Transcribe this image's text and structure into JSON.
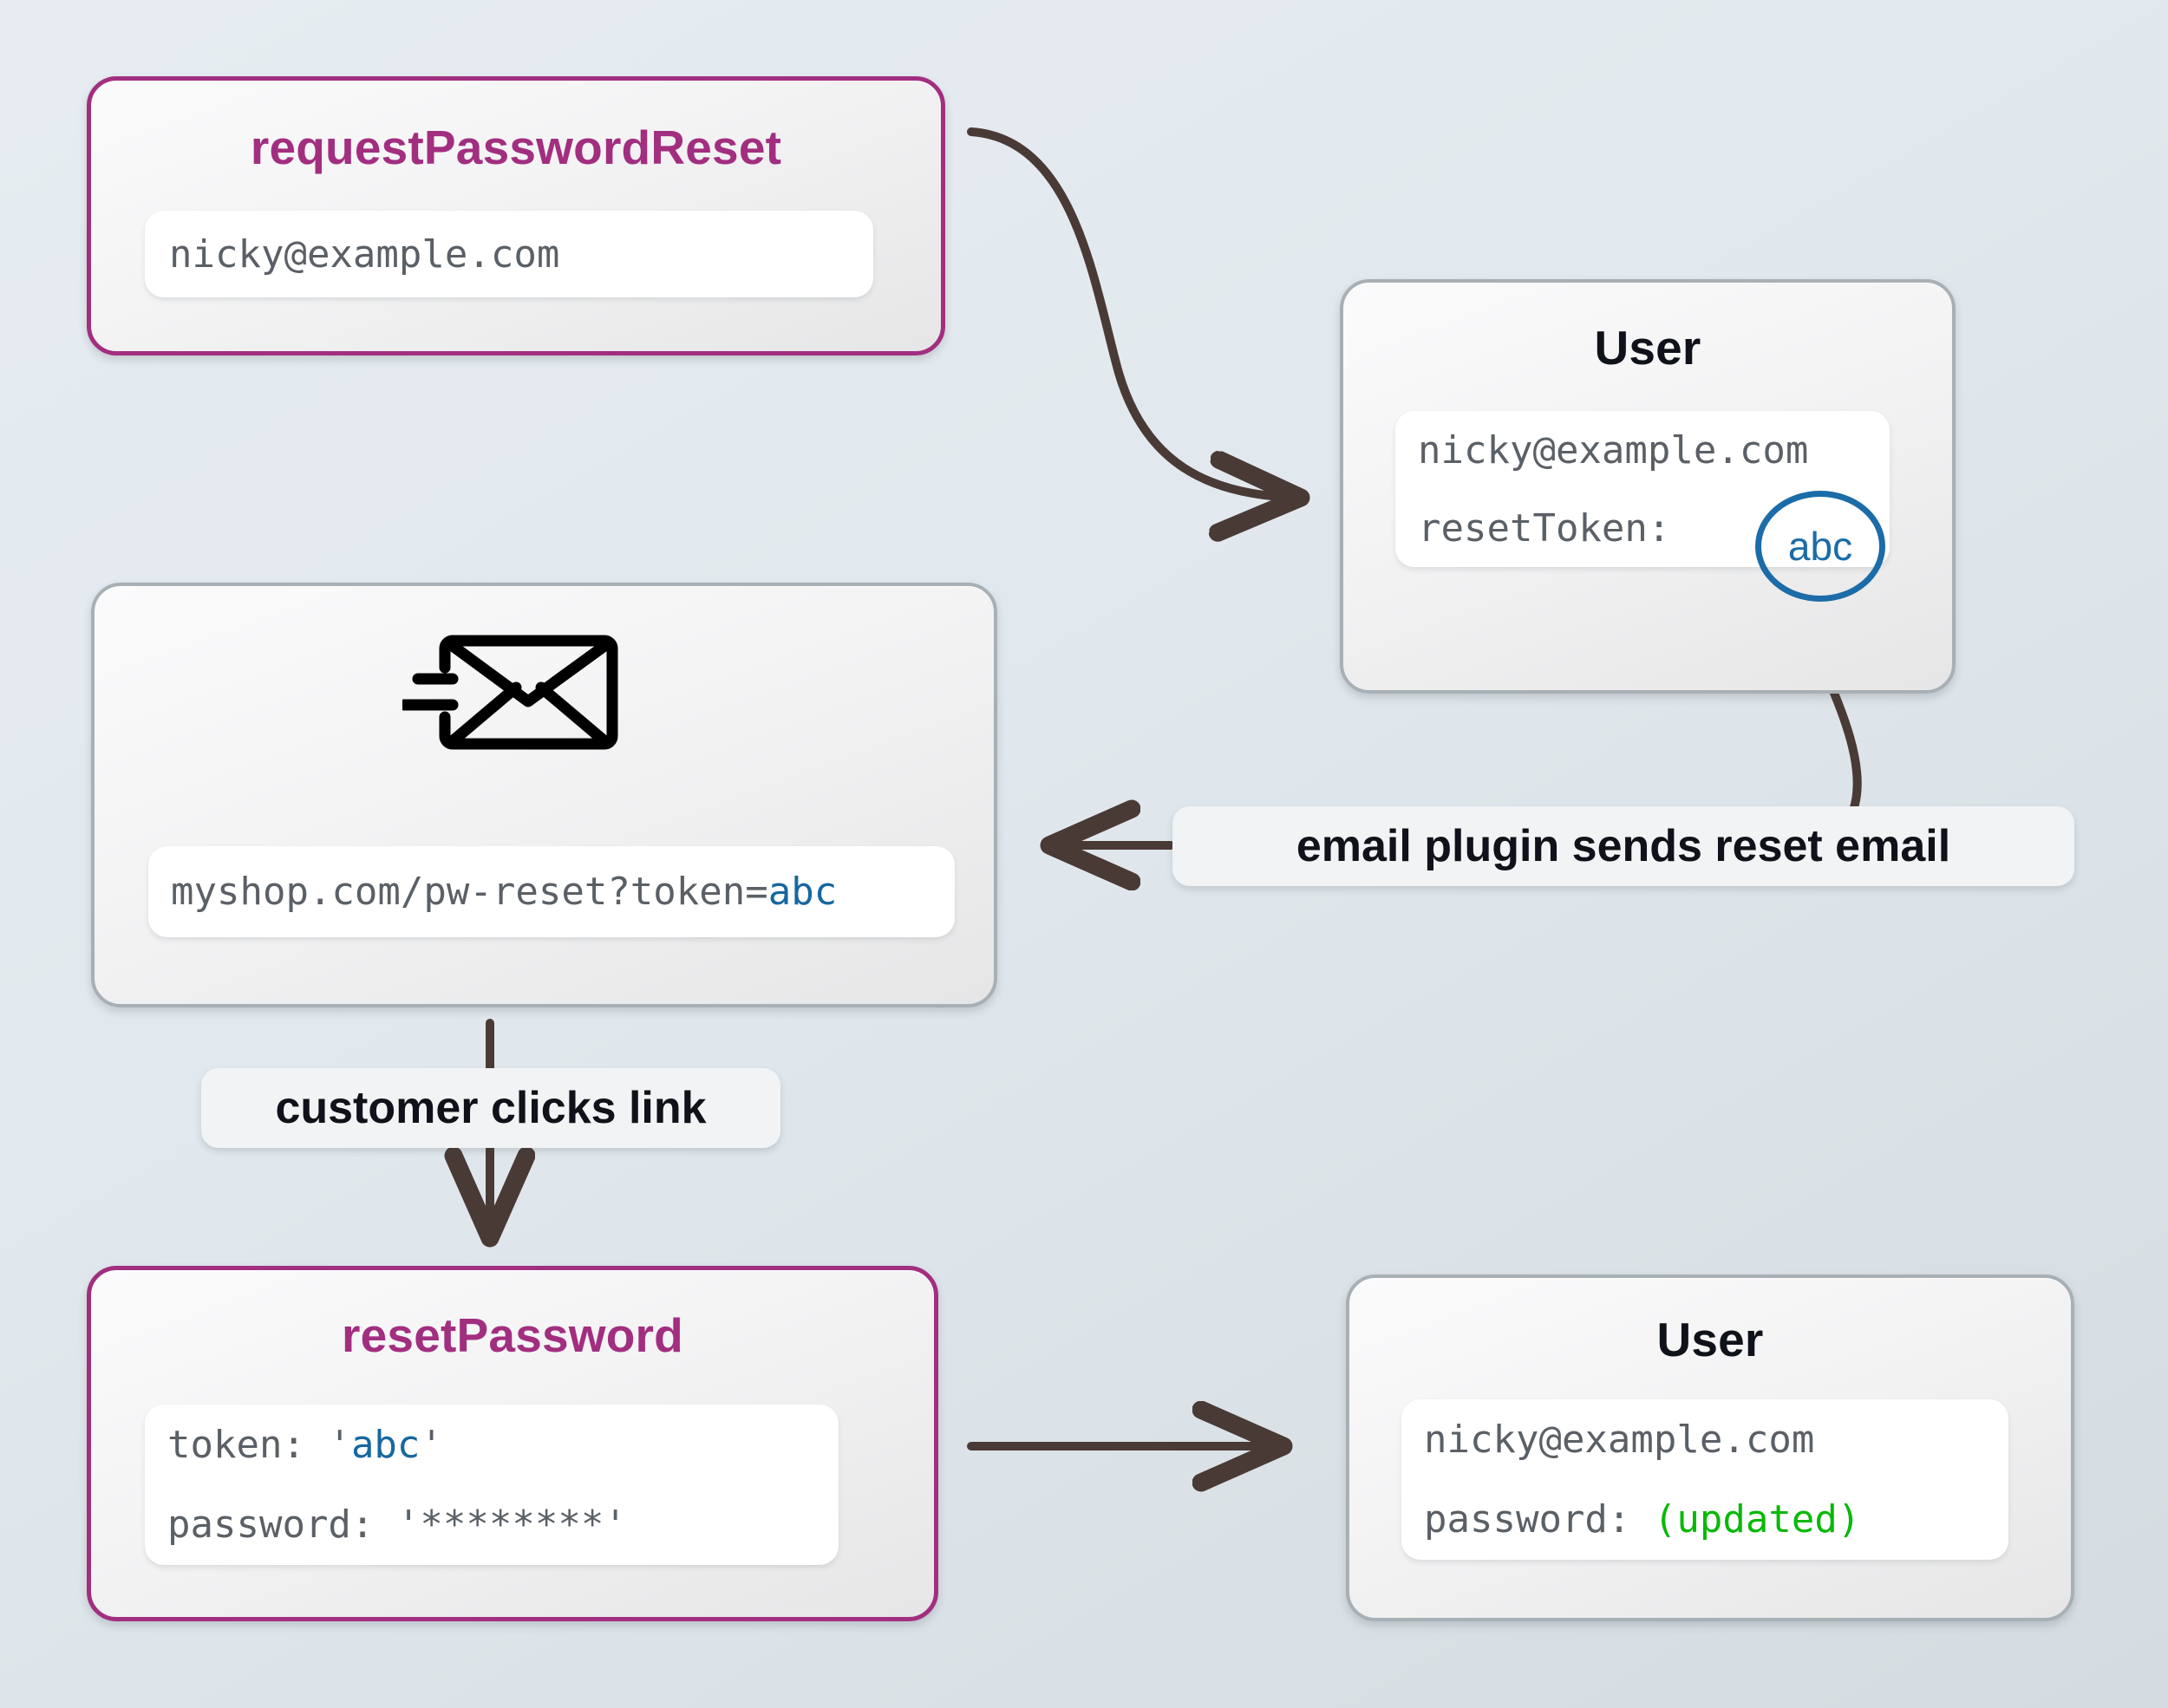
{
  "colors": {
    "accent_border": "#a22e80",
    "accent_title": "#a22e80",
    "plain_border": "#a8b0b5",
    "token_blue": "#17679f",
    "annotation_blue": "#1b6ca8",
    "updated_green": "#0ab80a",
    "arrow": "#4a3a36",
    "mono_text": "#5a6066",
    "background_top": "#e6ecf1",
    "background_bottom": "#d4dce1"
  },
  "nodes": {
    "request_password_reset": {
      "title": "requestPasswordReset",
      "field_value": "nicky@example.com"
    },
    "user_with_token": {
      "title": "User",
      "email": "nicky@example.com",
      "token_label": "resetToken:",
      "token_value": "abc"
    },
    "reset_email": {
      "icon": "envelope-send-icon",
      "url_prefix": "myshop.com/pw-reset?token=",
      "url_token": "abc"
    },
    "reset_password": {
      "title": "resetPassword",
      "token_label": "token: ",
      "token_quote_open": "'",
      "token_value": "abc",
      "token_quote_close": "'",
      "password_label": "password: ",
      "password_value": "'********'"
    },
    "user_updated": {
      "title": "User",
      "email": "nicky@example.com",
      "password_label": "password: ",
      "password_value": "(updated)"
    }
  },
  "edge_labels": {
    "email_plugin": "email plugin sends reset email",
    "customer_clicks": "customer clicks link"
  }
}
